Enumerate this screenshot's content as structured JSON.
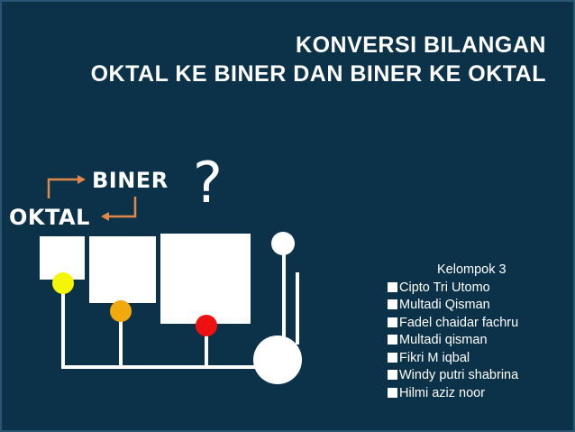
{
  "slide": {
    "title_line1": "KONVERSI BILANGAN",
    "title_line2": "OKTAL KE BINER DAN BINER KE OKTAL",
    "label_biner": "BINER",
    "label_oktal": "OKTAL",
    "question_mark": "?",
    "arrow_color": "#e0874c",
    "background_color": "#0c3249"
  },
  "diagram": {
    "dot_colors": {
      "yellow": "#f5f50a",
      "orange": "#f2a90d",
      "red": "#ee1111"
    }
  },
  "team": {
    "heading": "Kelompok 3",
    "members": [
      "Cipto Tri Utomo",
      "Multadi Qisman",
      "Fadel chaidar fachru",
      "Multadi qisman",
      "Fikri M iqbal",
      "Windy putri shabrina",
      "Hilmi aziz noor"
    ]
  }
}
